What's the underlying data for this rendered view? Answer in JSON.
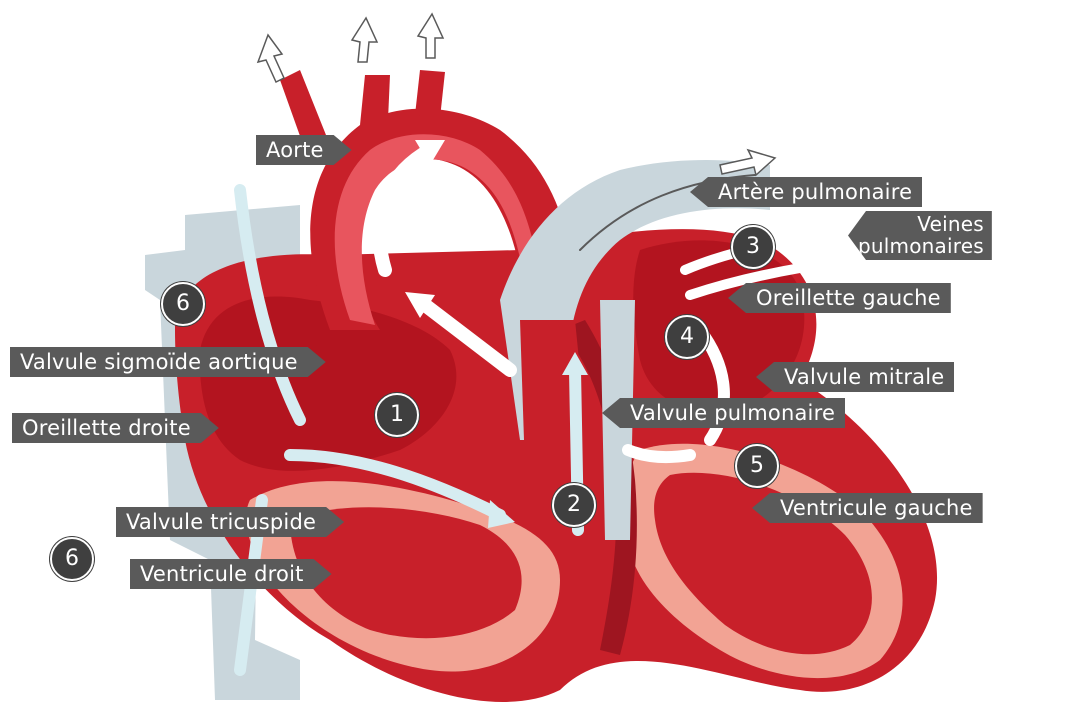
{
  "labels": {
    "aorte": "Aorte",
    "artere_pulmonaire": "Artère pulmonaire",
    "veines_pulmonaires_1": "Veines",
    "veines_pulmonaires_2": "pulmonaires",
    "oreillette_gauche": "Oreillette gauche",
    "valvule_sigmoide_aortique": "Valvule sigmoïde aortique",
    "valvule_mitrale": "Valvule mitrale",
    "oreillette_droite": "Oreillette droite",
    "valvule_pulmonaire": "Valvule pulmonaire",
    "ventricule_gauche": "Ventricule gauche",
    "valvule_tricuspide": "Valvule tricuspide",
    "ventricule_droit": "Ventricule droit"
  },
  "steps": {
    "s1": "1",
    "s2": "2",
    "s3": "3",
    "s4": "4",
    "s5": "5",
    "s6_top": "6",
    "s6_bottom": "6"
  },
  "colors": {
    "muscle": "#c8202a",
    "muscle_dark": "#9e1520",
    "chamber": "#f2a394",
    "vessel_blue": "#c9d6dc",
    "flow_blue": "#d6ecf1",
    "label_bg": "#5a5a5a",
    "step_bg": "#3f3f3f"
  }
}
